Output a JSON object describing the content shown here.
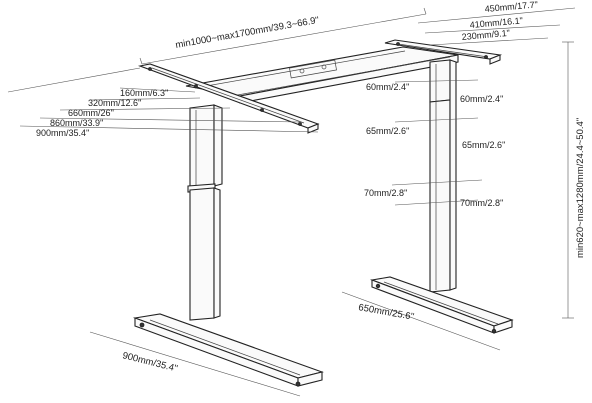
{
  "dimensions": {
    "top_length": "min1000~max1700mm/39.3~66.9''",
    "right_depth_450": "450mm/17.7''",
    "right_depth_410": "410mm/16.1''",
    "right_depth_230": "230mm/9.1''",
    "left_160": "160mm/6.3''",
    "left_320": "320mm/12.6''",
    "left_660": "660mm/26''",
    "left_860": "860mm/33.9''",
    "left_900": "900mm/35.4''",
    "stage1_left": "60mm/2.4''",
    "stage1_right": "60mm/2.4''",
    "stage2_left": "65mm/2.6''",
    "stage2_right": "65mm/2.6''",
    "stage3_left": "70mm/2.8''",
    "stage3_right": "70mm/2.8''",
    "height": "min620~max1280mm/24.4~50.4''",
    "right_foot": "650mm/25.6''",
    "left_foot": "900mm/35.4''"
  }
}
